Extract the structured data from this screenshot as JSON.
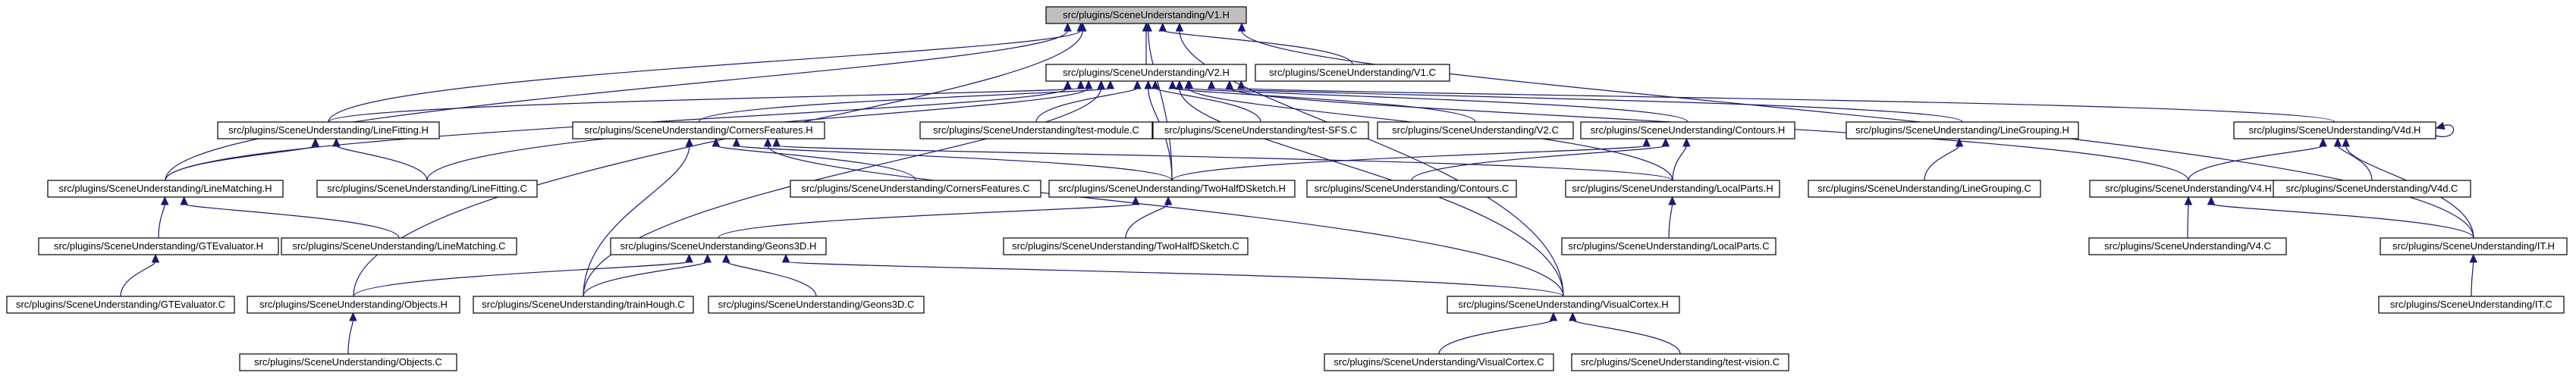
{
  "graph": {
    "colors": {
      "edge": "#191970",
      "root_fill": "#bfbfbf",
      "node_fill": "#ffffff",
      "node_border": "#000000"
    },
    "nodes": [
      {
        "id": "v1h",
        "label": "src/plugins/SceneUnderstanding/V1.H",
        "root": true
      },
      {
        "id": "v2h",
        "label": "src/plugins/SceneUnderstanding/V2.H"
      },
      {
        "id": "v1c",
        "label": "src/plugins/SceneUnderstanding/V1.C"
      },
      {
        "id": "lfh",
        "label": "src/plugins/SceneUnderstanding/LineFitting.H"
      },
      {
        "id": "cfh",
        "label": "src/plugins/SceneUnderstanding/CornersFeatures.H"
      },
      {
        "id": "tmc",
        "label": "src/plugins/SceneUnderstanding/test-module.C"
      },
      {
        "id": "tsfs",
        "label": "src/plugins/SceneUnderstanding/test-SFS.C"
      },
      {
        "id": "v2c",
        "label": "src/plugins/SceneUnderstanding/V2.C"
      },
      {
        "id": "conh",
        "label": "src/plugins/SceneUnderstanding/Contours.H"
      },
      {
        "id": "lgh",
        "label": "src/plugins/SceneUnderstanding/LineGrouping.H"
      },
      {
        "id": "v4dh",
        "label": "src/plugins/SceneUnderstanding/V4d.H"
      },
      {
        "id": "lmh",
        "label": "src/plugins/SceneUnderstanding/LineMatching.H"
      },
      {
        "id": "lfc",
        "label": "src/plugins/SceneUnderstanding/LineFitting.C"
      },
      {
        "id": "cfc",
        "label": "src/plugins/SceneUnderstanding/CornersFeatures.C"
      },
      {
        "id": "tdsh",
        "label": "src/plugins/SceneUnderstanding/TwoHalfDSketch.H"
      },
      {
        "id": "conc",
        "label": "src/plugins/SceneUnderstanding/Contours.C"
      },
      {
        "id": "lph",
        "label": "src/plugins/SceneUnderstanding/LocalParts.H"
      },
      {
        "id": "lgc",
        "label": "src/plugins/SceneUnderstanding/LineGrouping.C"
      },
      {
        "id": "v4h",
        "label": "src/plugins/SceneUnderstanding/V4.H"
      },
      {
        "id": "v4dc",
        "label": "src/plugins/SceneUnderstanding/V4d.C"
      },
      {
        "id": "gteh",
        "label": "src/plugins/SceneUnderstanding/GTEvaluator.H"
      },
      {
        "id": "lmc",
        "label": "src/plugins/SceneUnderstanding/LineMatching.C"
      },
      {
        "id": "g3dh",
        "label": "src/plugins/SceneUnderstanding/Geons3D.H"
      },
      {
        "id": "tdsc",
        "label": "src/plugins/SceneUnderstanding/TwoHalfDSketch.C"
      },
      {
        "id": "lpc",
        "label": "src/plugins/SceneUnderstanding/LocalParts.C"
      },
      {
        "id": "v4c",
        "label": "src/plugins/SceneUnderstanding/V4.C"
      },
      {
        "id": "ith",
        "label": "src/plugins/SceneUnderstanding/IT.H"
      },
      {
        "id": "gtec",
        "label": "src/plugins/SceneUnderstanding/GTEvaluator.C"
      },
      {
        "id": "objh",
        "label": "src/plugins/SceneUnderstanding/Objects.H"
      },
      {
        "id": "thc",
        "label": "src/plugins/SceneUnderstanding/trainHough.C"
      },
      {
        "id": "g3dc",
        "label": "src/plugins/SceneUnderstanding/Geons3D.C"
      },
      {
        "id": "vch",
        "label": "src/plugins/SceneUnderstanding/VisualCortex.H"
      },
      {
        "id": "itc",
        "label": "src/plugins/SceneUnderstanding/IT.C"
      },
      {
        "id": "objc",
        "label": "src/plugins/SceneUnderstanding/Objects.C"
      },
      {
        "id": "vcc",
        "label": "src/plugins/SceneUnderstanding/VisualCortex.C"
      },
      {
        "id": "tvc",
        "label": "src/plugins/SceneUnderstanding/test-vision.C"
      }
    ],
    "edges": [
      [
        "v2h",
        "v1h"
      ],
      [
        "v1c",
        "v1h"
      ],
      [
        "lfh",
        "v1h"
      ],
      [
        "lmh",
        "v1h"
      ],
      [
        "tdsh",
        "v1h"
      ],
      [
        "objh",
        "v1h"
      ],
      [
        "ith",
        "v1h"
      ],
      [
        "vch",
        "v1h"
      ],
      [
        "lfh",
        "v2h"
      ],
      [
        "cfh",
        "v2h"
      ],
      [
        "tmc",
        "v2h"
      ],
      [
        "tsfs",
        "v2h"
      ],
      [
        "v2c",
        "v2h"
      ],
      [
        "conh",
        "v2h"
      ],
      [
        "lgh",
        "v2h"
      ],
      [
        "v4dh",
        "v2h"
      ],
      [
        "lmh",
        "v2h"
      ],
      [
        "lfc",
        "v2h"
      ],
      [
        "tdsh",
        "v2h"
      ],
      [
        "lph",
        "v2h"
      ],
      [
        "v4h",
        "v2h"
      ],
      [
        "thc",
        "v2h"
      ],
      [
        "vch",
        "v2h"
      ],
      [
        "lmh",
        "lfh"
      ],
      [
        "lfc",
        "lfh"
      ],
      [
        "cfc",
        "cfh"
      ],
      [
        "tdsh",
        "cfh"
      ],
      [
        "lph",
        "cfh"
      ],
      [
        "thc",
        "cfh"
      ],
      [
        "vch",
        "cfh"
      ],
      [
        "tdsh",
        "conh"
      ],
      [
        "conc",
        "conh"
      ],
      [
        "lph",
        "conh"
      ],
      [
        "lgc",
        "lgh"
      ],
      [
        "v4dh",
        "v4dh"
      ],
      [
        "v4h",
        "v4dh"
      ],
      [
        "v4dc",
        "v4dh"
      ],
      [
        "ith",
        "v4dh"
      ],
      [
        "gteh",
        "lmh"
      ],
      [
        "lmc",
        "lmh"
      ],
      [
        "g3dh",
        "tdsh"
      ],
      [
        "tdsc",
        "tdsh"
      ],
      [
        "lpc",
        "lph"
      ],
      [
        "v4c",
        "v4h"
      ],
      [
        "ith",
        "v4h"
      ],
      [
        "gtec",
        "gteh"
      ],
      [
        "objh",
        "g3dh"
      ],
      [
        "thc",
        "g3dh"
      ],
      [
        "g3dc",
        "g3dh"
      ],
      [
        "vch",
        "g3dh"
      ],
      [
        "itc",
        "ith"
      ],
      [
        "objc",
        "objh"
      ],
      [
        "vcc",
        "vch"
      ],
      [
        "tvc",
        "vch"
      ]
    ]
  }
}
